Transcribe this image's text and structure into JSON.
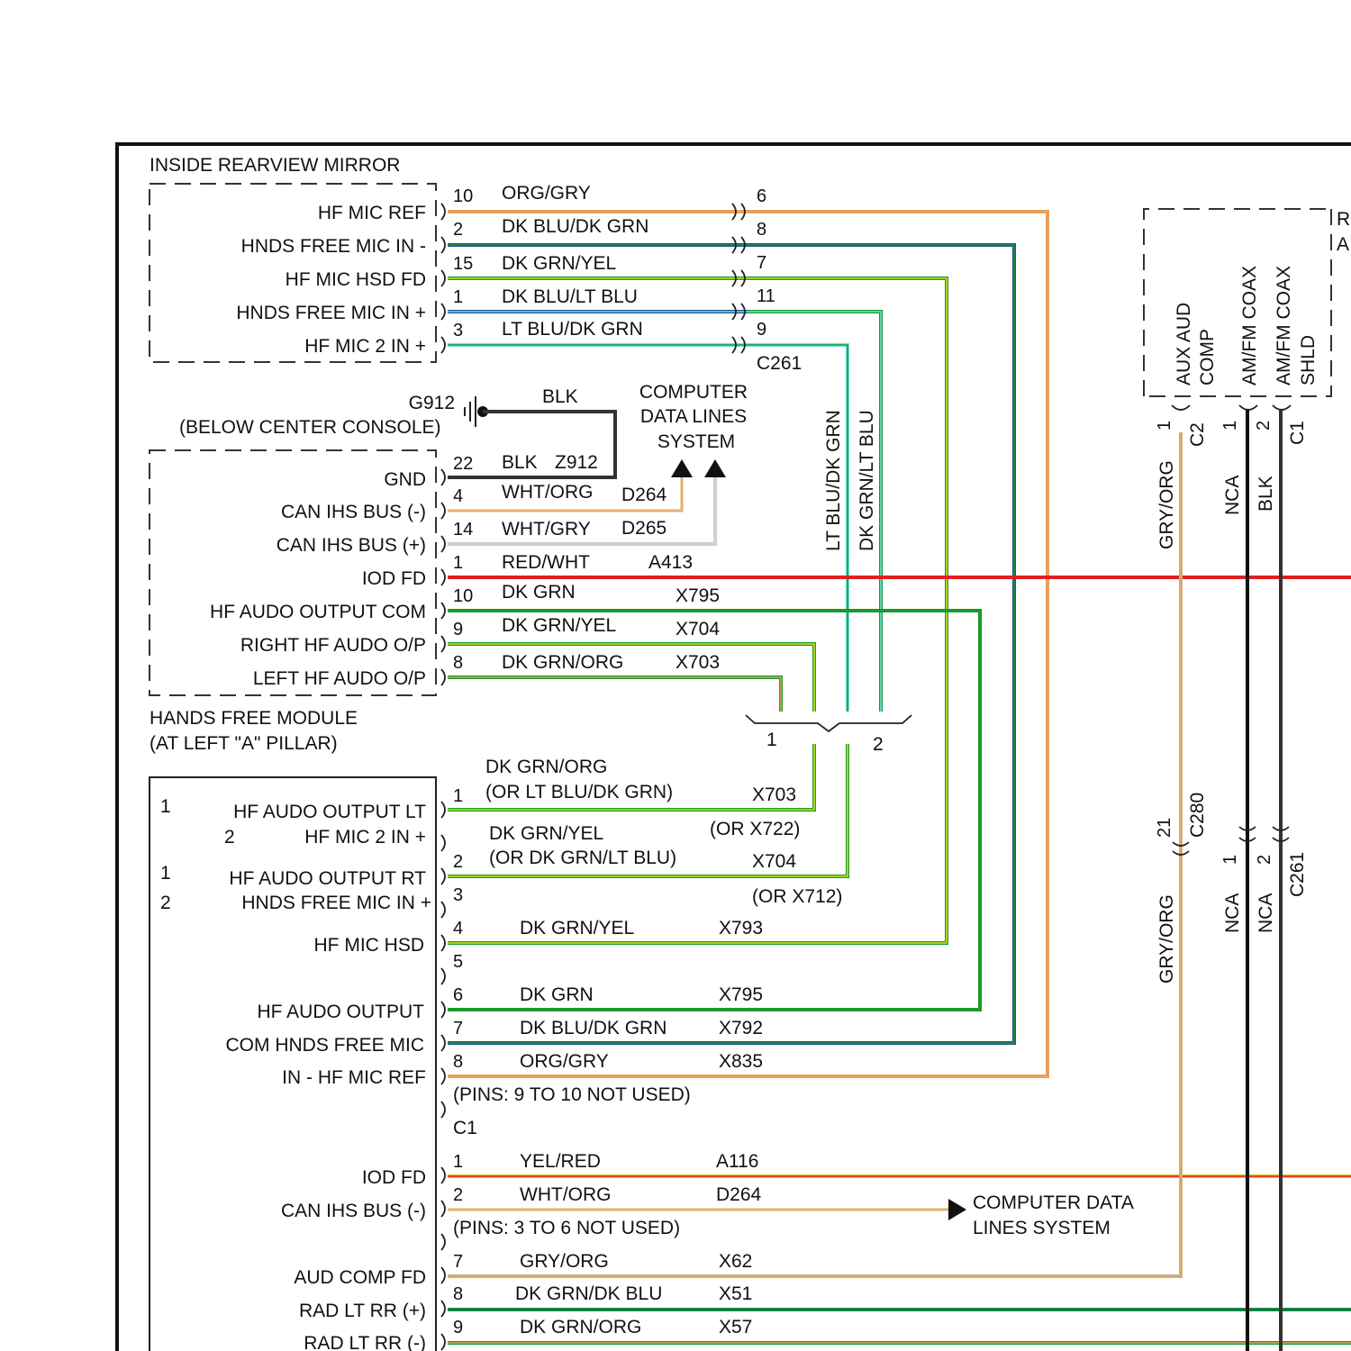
{
  "mirror": {
    "title": "INSIDE REARVIEW MIRROR",
    "pins": [
      {
        "label": "HF MIC REF",
        "pin": "10",
        "wire": "ORG/GRY",
        "c261_pin": "6"
      },
      {
        "label": "HNDS FREE MIC IN -",
        "pin": "2",
        "wire": "DK BLU/DK GRN",
        "c261_pin": "8"
      },
      {
        "label": "HF MIC HSD FD",
        "pin": "15",
        "wire": "DK GRN/YEL",
        "c261_pin": "7"
      },
      {
        "label": "HNDS FREE MIC IN +",
        "pin": "1",
        "wire": "DK BLU/LT BLU",
        "c261_pin": "11"
      },
      {
        "label": "HF MIC 2 IN +",
        "pin": "3",
        "wire": "LT BLU/DK GRN",
        "c261_pin": "9"
      }
    ],
    "connector": "C261"
  },
  "ground": {
    "name": "G912",
    "location": "(BELOW CENTER CONSOLE)",
    "wire": "BLK"
  },
  "data_lines": {
    "line1": "COMPUTER",
    "line2": "DATA LINES",
    "line3": "SYSTEM"
  },
  "vertical_labels": {
    "ltblu": "LT BLU/DK GRN",
    "dkgrn": "DK GRN/LT BLU"
  },
  "hfm": {
    "title": "HANDS FREE MODULE",
    "location": "(AT LEFT \"A\" PILLAR)",
    "pins": [
      {
        "label": "GND",
        "pin": "22",
        "wire": "BLK",
        "circuit": "Z912"
      },
      {
        "label": "CAN IHS BUS (-)",
        "pin": "4",
        "wire": "WHT/ORG",
        "circuit": "D264"
      },
      {
        "label": "CAN IHS BUS (+)",
        "pin": "14",
        "wire": "WHT/GRY",
        "circuit": "D265"
      },
      {
        "label": "IOD FD",
        "pin": "1",
        "wire": "RED/WHT",
        "circuit": "A413"
      },
      {
        "label": "HF AUDO OUTPUT COM",
        "pin": "10",
        "wire": "DK GRN",
        "circuit": "X795"
      },
      {
        "label": "RIGHT HF AUDO O/P",
        "pin": "9",
        "wire": "DK GRN/YEL",
        "circuit": "X704"
      },
      {
        "label": "LEFT HF AUDO O/P",
        "pin": "8",
        "wire": "DK GRN/ORG",
        "circuit": "X703"
      }
    ]
  },
  "splice": {
    "left": "1",
    "right": "2"
  },
  "radio": {
    "labels": {
      "l1": "1",
      "l2": "HF AUDO OUTPUT LT",
      "l3": "2",
      "l4": "HF MIC 2 IN +",
      "l5": "1",
      "l6": "HF AUDO OUTPUT RT",
      "l7": "2",
      "l8": "HNDS FREE MIC IN +",
      "l9": "HF MIC HSD",
      "l10": "HF AUDO OUTPUT",
      "l11": "COM HNDS FREE MIC",
      "l12": "IN - HF MIC REF",
      "l13": "IOD FD",
      "l14": "CAN IHS BUS (-)",
      "l15": "AUD COMP FD",
      "l16": "RAD LT RR (+)",
      "l17": "RAD LT RR (-)"
    },
    "c2_pins": [
      {
        "pin": "1",
        "wire1": "DK GRN/ORG",
        "wire2": "(OR LT BLU/DK GRN)",
        "circuit": "X703",
        "alt": "(OR X722)"
      },
      {
        "pin": "2",
        "wire1": "DK GRN/YEL",
        "wire2": "(OR DK GRN/LT BLU)",
        "circuit": "X704",
        "alt": "(OR X712)"
      },
      {
        "pin": "3"
      },
      {
        "pin": "4",
        "wire": "DK GRN/YEL",
        "circuit": "X793"
      },
      {
        "pin": "5"
      },
      {
        "pin": "6",
        "wire": "DK GRN",
        "circuit": "X795"
      },
      {
        "pin": "7",
        "wire": "DK BLU/DK GRN",
        "circuit": "X792"
      },
      {
        "pin": "8",
        "wire": "ORG/GRY",
        "circuit": "X835"
      }
    ],
    "c2_note": "(PINS: 9 TO 10 NOT USED)",
    "c1_label": "C1",
    "c1_pins": [
      {
        "pin": "1",
        "wire": "YEL/RED",
        "circuit": "A116"
      },
      {
        "pin": "2",
        "wire": "WHT/ORG",
        "circuit": "D264"
      },
      {
        "pin": "7",
        "wire": "GRY/ORG",
        "circuit": "X62"
      },
      {
        "pin": "8",
        "wire": "DK GRN/DK BLU",
        "circuit": "X51"
      },
      {
        "pin": "9",
        "wire": "DK GRN/ORG",
        "circuit": "X57"
      }
    ],
    "c1_note": "(PINS: 3 TO 6 NOT USED)",
    "data_arrow_1": "COMPUTER DATA",
    "data_arrow_2": "LINES SYSTEM"
  },
  "right_module": {
    "partial_1": "R",
    "partial_2": "A",
    "aux": [
      "AUX AUD",
      "COMP"
    ],
    "amfm": "AM/FM COAX",
    "amfm_shld": [
      "AM/FM COAX",
      "SHLD"
    ],
    "c2_pin": "1",
    "c2": "C2",
    "c1_pin1": "1",
    "c1_pin2": "2",
    "c1": "C1",
    "wire_gry": "GRY/ORG",
    "wire_nca": "NCA",
    "wire_blk": "BLK",
    "c280_pin": "21",
    "c280": "C280",
    "c261_pin1": "1",
    "c261_pin2": "2",
    "c261": "C261",
    "wire_gry2": "GRY/ORG",
    "wire_nca2": "NCA",
    "wire_nca3": "NCA"
  },
  "colors": {
    "org": "#e8a05a",
    "gry": "#b8b8b8",
    "dkblu": "#1f4f8f",
    "dkgrn": "#1a9a2a",
    "yel": "#d8e020",
    "ltblu": "#6ee0e8",
    "red": "#e02020",
    "wht": "#f0d8b0"
  }
}
